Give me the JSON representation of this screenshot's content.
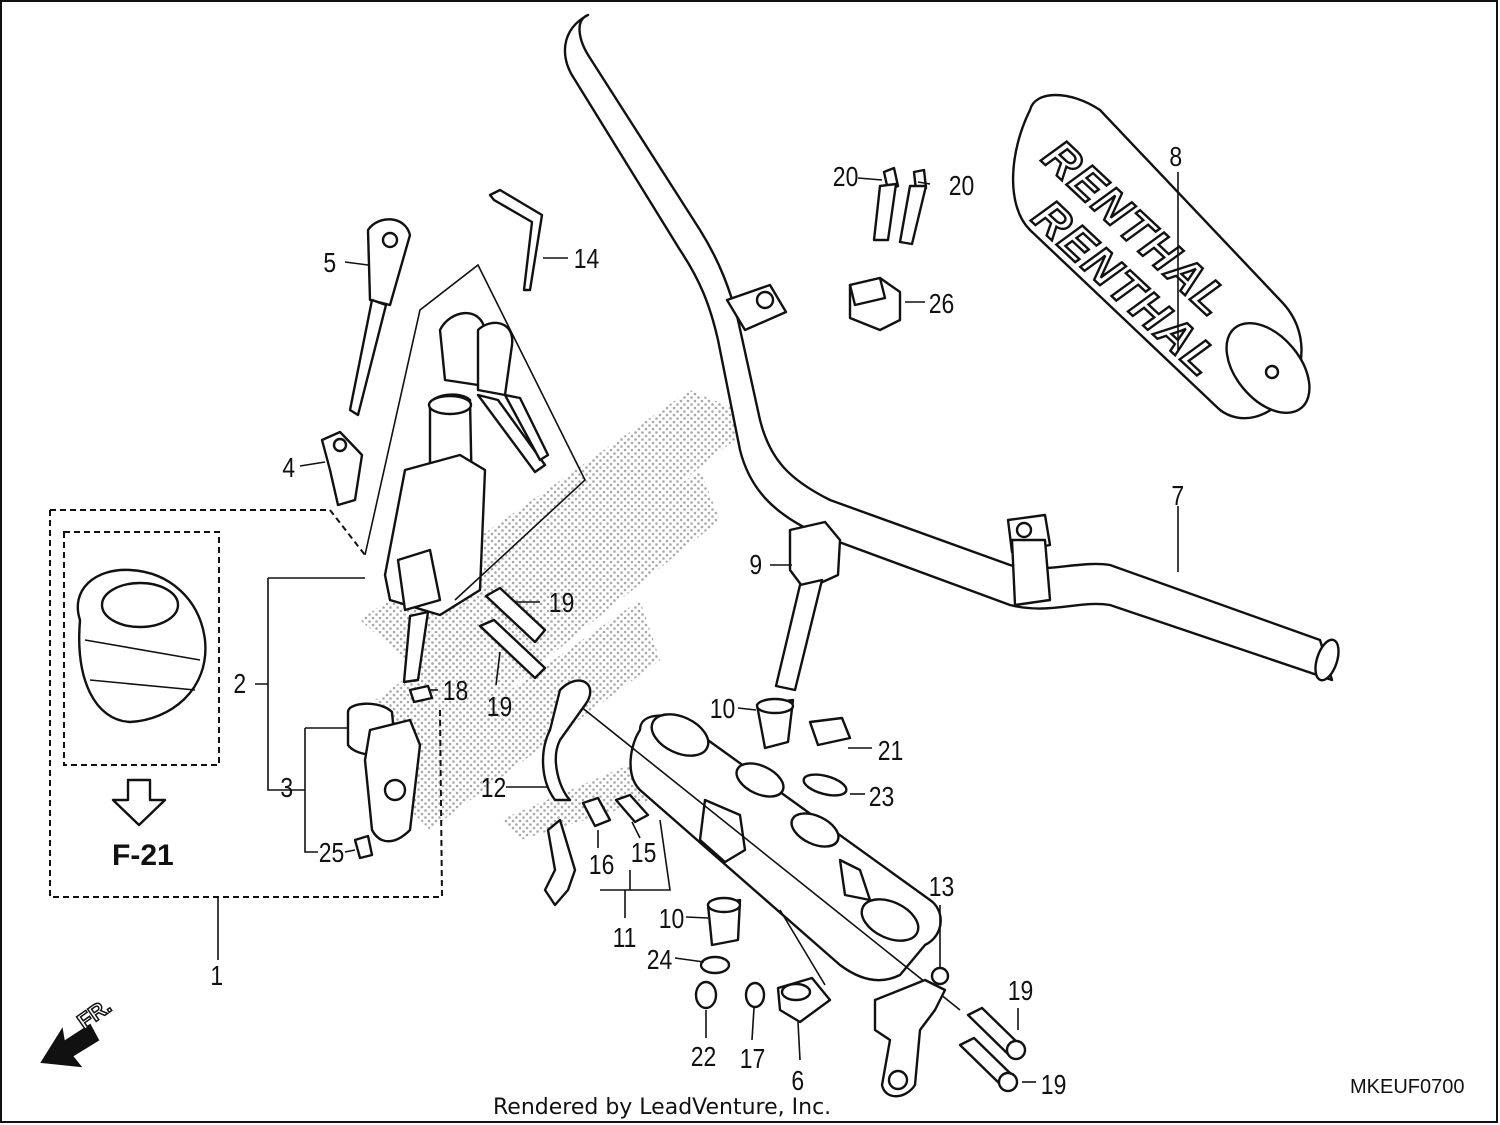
{
  "diagram": {
    "reference_label": "F-21",
    "direction_label": "FR.",
    "brand_text": "RENTHAL",
    "diagram_code": "MKEUF0700",
    "footer_text": "Rendered by LeadVenture, Inc.",
    "callouts": [
      {
        "id": "c1",
        "text": "1"
      },
      {
        "id": "c2",
        "text": "2"
      },
      {
        "id": "c3",
        "text": "3"
      },
      {
        "id": "c4",
        "text": "4"
      },
      {
        "id": "c5",
        "text": "5"
      },
      {
        "id": "c6",
        "text": "6"
      },
      {
        "id": "c7",
        "text": "7"
      },
      {
        "id": "c8",
        "text": "8"
      },
      {
        "id": "c9",
        "text": "9"
      },
      {
        "id": "c10a",
        "text": "10"
      },
      {
        "id": "c10b",
        "text": "10"
      },
      {
        "id": "c11",
        "text": "11"
      },
      {
        "id": "c12",
        "text": "12"
      },
      {
        "id": "c13",
        "text": "13"
      },
      {
        "id": "c14",
        "text": "14"
      },
      {
        "id": "c15",
        "text": "15"
      },
      {
        "id": "c16",
        "text": "16"
      },
      {
        "id": "c17",
        "text": "17"
      },
      {
        "id": "c18",
        "text": "18"
      },
      {
        "id": "c19a",
        "text": "19"
      },
      {
        "id": "c19b",
        "text": "19"
      },
      {
        "id": "c19c",
        "text": "19"
      },
      {
        "id": "c19d",
        "text": "19"
      },
      {
        "id": "c20a",
        "text": "20"
      },
      {
        "id": "c20b",
        "text": "20"
      },
      {
        "id": "c21",
        "text": "21"
      },
      {
        "id": "c22",
        "text": "22"
      },
      {
        "id": "c23",
        "text": "23"
      },
      {
        "id": "c24",
        "text": "24"
      },
      {
        "id": "c25",
        "text": "25"
      },
      {
        "id": "c26",
        "text": "26"
      }
    ]
  }
}
